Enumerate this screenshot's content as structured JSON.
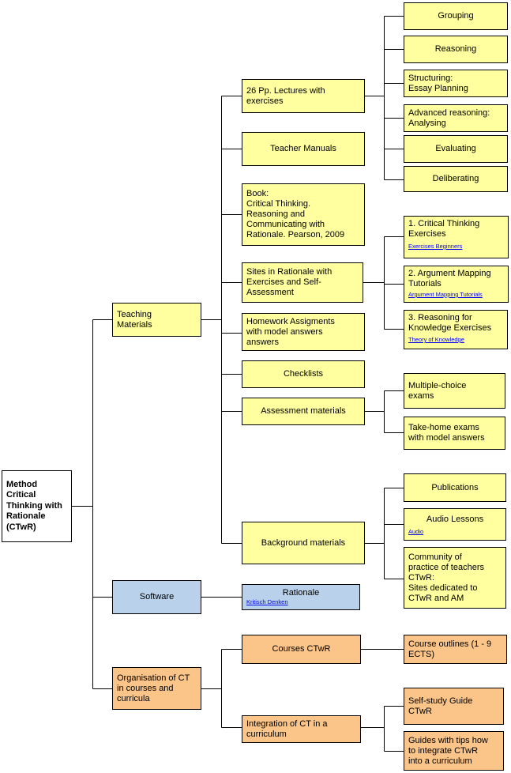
{
  "root": {
    "label": "Method\nCritical\nThinking with\nRationale\n(CTwR)"
  },
  "teaching_materials": {
    "label": "Teaching\nMaterials",
    "lectures": {
      "label": "26 Pp. Lectures with exercises",
      "children": [
        "Grouping",
        "Reasoning",
        "Structuring:\nEssay Planning",
        "Advanced reasoning:\nAnalysing",
        "Evaluating",
        "Deliberating"
      ]
    },
    "teacher_manuals": "Teacher Manuals",
    "book": "Book:\nCritical Thinking.\nReasoning and\nCommunicating with\nRationale. Pearson, 2009",
    "sites": {
      "label": "Sites in Rationale with\nExercises and Self-\nAssessment",
      "children": [
        {
          "label": "1. Critical Thinking\nExercises",
          "link": "Exercises Beginners"
        },
        {
          "label": "2. Argument Mapping\nTutorials",
          "link": "Argument Mapping Tutorials"
        },
        {
          "label": "3. Reasoning for\nKnowledge Exercises",
          "link": "Theory of Knowledge"
        }
      ]
    },
    "homework": "Homework Assigments\nwith model answers\nanswers",
    "checklists": "Checklists",
    "assessment": {
      "label": "Assessment materials",
      "children": [
        "Multiple-choice\nexams",
        "Take-home exams\nwith model answers"
      ]
    },
    "background": {
      "label": "Background materials",
      "publications": "Publications",
      "audio": {
        "label": "Audio Lessons",
        "link": "Audio"
      },
      "community": "Community of\npractice of teachers\nCTwR:\nSites dedicated to\nCTwR and AM"
    }
  },
  "software": {
    "label": "Software",
    "rationale": {
      "label": "Rationale",
      "link": "Kritisch Denken"
    }
  },
  "organisation": {
    "label": "Organisation of CT\nin courses and\ncurricula",
    "courses": {
      "label": "Courses CTwR",
      "outlines": "Course outlines (1 - 9\nECTS)"
    },
    "integration": {
      "label": "Integration of CT in a\ncurriculum",
      "children": [
        "Self-study Guide\nCTwR",
        "Guides with tips how\nto integrate CTwR\ninto a curriculum"
      ]
    }
  },
  "colors": {
    "yellow": "#ffffa0",
    "blue": "#b9d1ea",
    "orange": "#fbc489",
    "link": "#0000ee"
  }
}
